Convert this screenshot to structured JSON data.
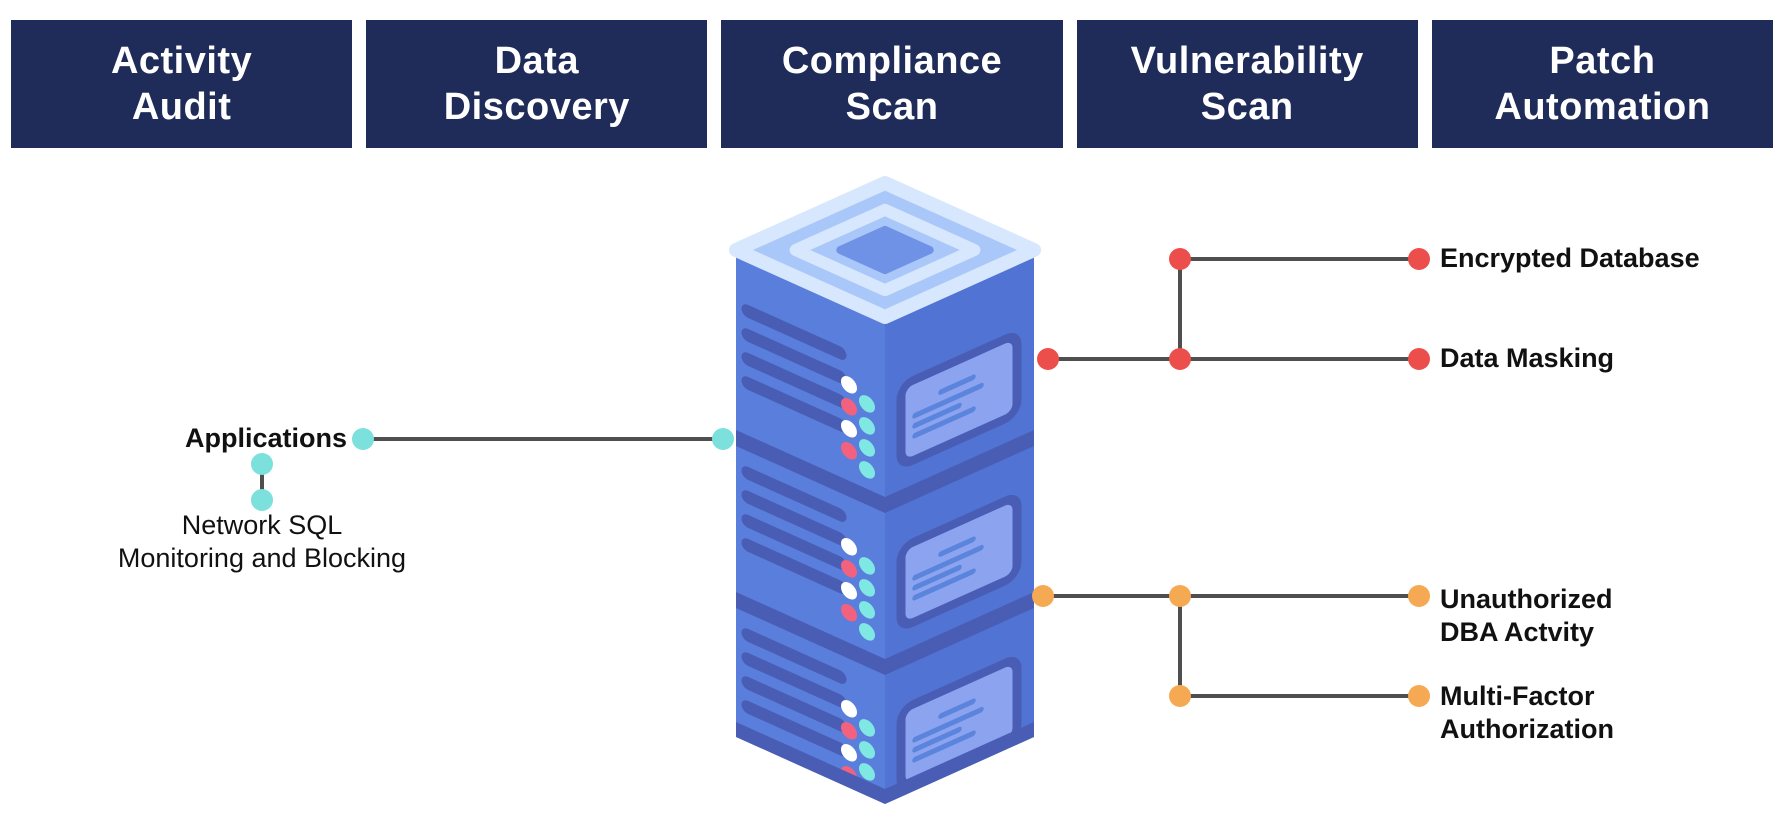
{
  "header": {
    "boxes": [
      {
        "line1": "Activity",
        "line2": "Audit"
      },
      {
        "line1": "Data",
        "line2": "Discovery"
      },
      {
        "line1": "Compliance",
        "line2": "Scan"
      },
      {
        "line1": "Vulnerability",
        "line2": "Scan"
      },
      {
        "line1": "Patch",
        "line2": "Automation"
      }
    ]
  },
  "labels": {
    "applications": "Applications",
    "network_sql_line1": "Network SQL",
    "network_sql_line2": "Monitoring and Blocking",
    "encrypted_database": "Encrypted Database",
    "data_masking": "Data Masking",
    "unauthorized_line1": "Unauthorized",
    "unauthorized_line2": "DBA Actvity",
    "multi_factor_line1": "Multi-Factor",
    "multi_factor_line2": "Authorization"
  },
  "icons": {
    "server": "isometric-server-stack-icon"
  },
  "colors": {
    "navy": "#1F2B58",
    "teal": "#7CE0DD",
    "red": "#EC4F4B",
    "orange": "#F5A952",
    "line": "#4F4F4F",
    "ink": "#111111",
    "bg": "#FFFFFF",
    "face-l": "#5A7EDC",
    "face-r": "#5174D4",
    "accent-dark": "#4A5DB4",
    "top-band": "#A9C7F8",
    "top-pale": "#D7E7FD",
    "top-core": "#6F92E6",
    "screen": "#8CA3F0",
    "screen-line": "#5B84DC",
    "dot-pink": "#F2627E",
    "dot-teal": "#7FE8E3"
  }
}
